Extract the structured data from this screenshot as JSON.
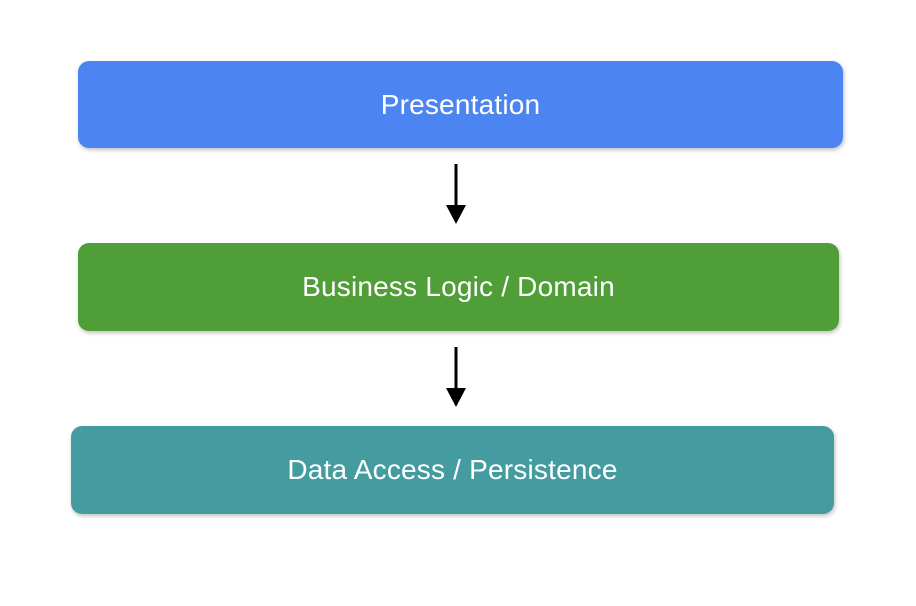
{
  "diagram": {
    "type": "layered-architecture-flow",
    "background": "#ffffff",
    "text_color": "#ffffff",
    "layers": [
      {
        "label": "Presentation",
        "fill": "#4C85F1"
      },
      {
        "label": "Business Logic / Domain",
        "fill": "#4F9E37"
      },
      {
        "label": "Data Access / Persistence",
        "fill": "#449CA0"
      }
    ],
    "arrows": [
      {
        "direction": "down",
        "color": "#000000"
      },
      {
        "direction": "down",
        "color": "#000000"
      }
    ]
  }
}
